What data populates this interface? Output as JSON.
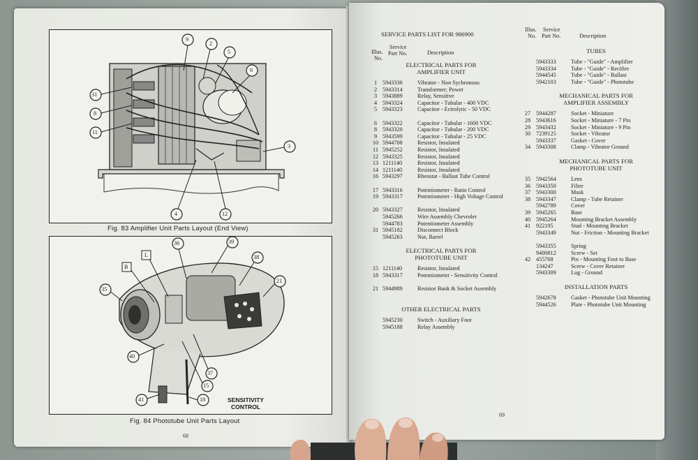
{
  "left_page": {
    "fig83_caption": "Fig. 83  Amplifier Unit Parts Layout (End View)",
    "fig84_caption": "Fig. 84  Phototube Unit Parts Layout",
    "fig83_callouts": [
      "9",
      "2",
      "5",
      "6",
      "31",
      "8",
      "11",
      "3",
      "4",
      "12"
    ],
    "fig84_callouts": [
      "36",
      "39",
      "L",
      "B",
      "38",
      "35",
      "21",
      "40",
      "37",
      "15",
      "41",
      "18"
    ],
    "sensitivity_label_1": "SENSITIVITY",
    "sensitivity_label_2": "CONTROL",
    "page_number": "68"
  },
  "right_page": {
    "title": "SERVICE PARTS LIST FOR 986900",
    "col_head": {
      "illus_1": "Illus.",
      "illus_2": "No.",
      "part_1": "Service",
      "part_2": "Part No.",
      "desc": "Description"
    },
    "left_column": {
      "sections": [
        {
          "heading": [
            "ELECTRICAL PARTS FOR",
            "AMPLIFIER UNIT"
          ],
          "rows": [
            {
              "n": "1",
              "p": "5943336",
              "d": "Vibrator - Non Sychronous"
            },
            {
              "n": "2",
              "p": "5943314",
              "d": "Transformer; Power"
            },
            {
              "n": "3",
              "p": "5943889",
              "d": "Relay, Sensitive"
            },
            {
              "n": "4",
              "p": "5943324",
              "d": "Capacitor - Tubular - 400 VDC"
            },
            {
              "n": "5",
              "p": "5943323",
              "d": "Capacitor - Ectrolytic - 50 VDC"
            },
            {
              "n": "6",
              "p": "5943322",
              "d": "Capacitor - Tubular - 1600 VDC"
            },
            {
              "n": "8",
              "p": "5943320",
              "d": "Capacitor - Tubular - 200 VDC"
            },
            {
              "n": "9",
              "p": "5943599",
              "d": "Capacitor - Tubular - 25 VDC"
            },
            {
              "n": "10",
              "p": "5944708",
              "d": "Resistor, Insulated"
            },
            {
              "n": "11",
              "p": "5945252",
              "d": "Resistor, Insulated"
            },
            {
              "n": "12",
              "p": "5943325",
              "d": "Resistor, Insulated"
            },
            {
              "n": "13",
              "p": "1211140",
              "d": "Resistor, Insulated"
            },
            {
              "n": "14",
              "p": "1211140",
              "d": "Resistor, Insulated"
            },
            {
              "n": "16",
              "p": "5943297",
              "d": "Rheostat - Ballast Tube Control"
            },
            {
              "n": "17",
              "p": "5943316",
              "d": "Potentiometer - Ratio Control"
            },
            {
              "n": "19",
              "p": "5943317",
              "d": "Potentiometer - High Voltage Control"
            },
            {
              "n": "20",
              "p": "5943327",
              "d": "Resistor, Insulated"
            },
            {
              "n": "",
              "p": "5945266",
              "d": "Wire Assembly Chevrolet"
            },
            {
              "n": "",
              "p": "5944783",
              "d": "Potentiometer Assembly"
            },
            {
              "n": "31",
              "p": "5945182",
              "d": "Disconnect Block"
            },
            {
              "n": "",
              "p": "5945263",
              "d": "Nut, Barrel"
            }
          ]
        },
        {
          "heading": [
            "ELECTRICAL PARTS FOR",
            "PHOTOTUBE UNIT"
          ],
          "rows": [
            {
              "n": "15",
              "p": "1211140",
              "d": "Resistor, Insulated"
            },
            {
              "n": "18",
              "p": "5943317",
              "d": "Potentiometer - Sensitivity Control"
            },
            {
              "n": "21",
              "p": "5944989",
              "d": "Resistor Bank & Socket Assembly"
            }
          ]
        },
        {
          "heading": [
            "OTHER ELECTRICAL PARTS"
          ],
          "rows": [
            {
              "n": "",
              "p": "5945230",
              "d": "Switch - Auxiliary Foot"
            },
            {
              "n": "",
              "p": "5945188",
              "d": "Relay Assembly"
            }
          ]
        }
      ]
    },
    "right_column": {
      "sections": [
        {
          "heading": [
            "TUBES"
          ],
          "rows": [
            {
              "n": "",
              "p": "5943333",
              "d": "Tube - \"Guide\" - Amplifier"
            },
            {
              "n": "",
              "p": "5943334",
              "d": "Tube - \"Guide\" - Recifier"
            },
            {
              "n": "",
              "p": "5944545",
              "d": "Tube - \"Guide\" - Ballast"
            },
            {
              "n": "",
              "p": "5942103",
              "d": "Tube - \"Guide\" - Phototube"
            }
          ]
        },
        {
          "heading": [
            "MECHANICAL PARTS FOR",
            "AMPLIFIER ASSEMBLY"
          ],
          "rows": [
            {
              "n": "27",
              "p": "5944287",
              "d": "Socket - Miniature"
            },
            {
              "n": "28",
              "p": "5943616",
              "d": "Socket - Miniature - 7 Pin"
            },
            {
              "n": "29",
              "p": "5943432",
              "d": "Socket - Miniature - 9 Pin"
            },
            {
              "n": "30",
              "p": "7239125",
              "d": "Socket - Vibrator"
            },
            {
              "n": "",
              "p": "5943337",
              "d": "Gasket - Cover"
            },
            {
              "n": "34",
              "p": "5943308",
              "d": "Clamp - Vibrator Ground"
            }
          ]
        },
        {
          "heading": [
            "MECHANICAL PARTS FOR",
            "PHOTOTUBE UNIT"
          ],
          "rows": [
            {
              "n": "35",
              "p": "5942564",
              "d": "Lens"
            },
            {
              "n": "36",
              "p": "5943350",
              "d": "Filter"
            },
            {
              "n": "37",
              "p": "5943300",
              "d": "Mask"
            },
            {
              "n": "38",
              "p": "5943347",
              "d": "Clamp - Tube Retainer"
            },
            {
              "n": "",
              "p": "5942789",
              "d": "Cover"
            },
            {
              "n": "39",
              "p": "5945265",
              "d": "Base"
            },
            {
              "n": "40",
              "p": "5945264",
              "d": "Mounting Bracket Assembly"
            },
            {
              "n": "41",
              "p": "922195",
              "d": "Stud - Mounting Bracket"
            },
            {
              "n": "",
              "p": "5943349",
              "d": "Nut - Friction - Mounting Bracket"
            },
            {
              "n": "",
              "p": "5943355",
              "d": "Spring"
            },
            {
              "n": "",
              "p": "9400812",
              "d": "Screw - Set"
            },
            {
              "n": "42",
              "p": "455768",
              "d": "Pin - Mounting Foot to Base"
            },
            {
              "n": "",
              "p": "134247",
              "d": "Screw - Cover Retainer"
            },
            {
              "n": "",
              "p": "5943309",
              "d": "Lug - Ground"
            }
          ]
        },
        {
          "heading": [
            "INSTALLATION PARTS"
          ],
          "rows": [
            {
              "n": "",
              "p": "5942678",
              "d": "Gasket - Phototube Unit Mounting"
            },
            {
              "n": "",
              "p": "5944526",
              "d": "Plate - Phototube Unit Mounting"
            }
          ]
        }
      ]
    },
    "page_number": "69"
  },
  "colors": {
    "paper": "#eceee9",
    "ink": "#1e1e1e",
    "backdrop": "#7c8784"
  }
}
